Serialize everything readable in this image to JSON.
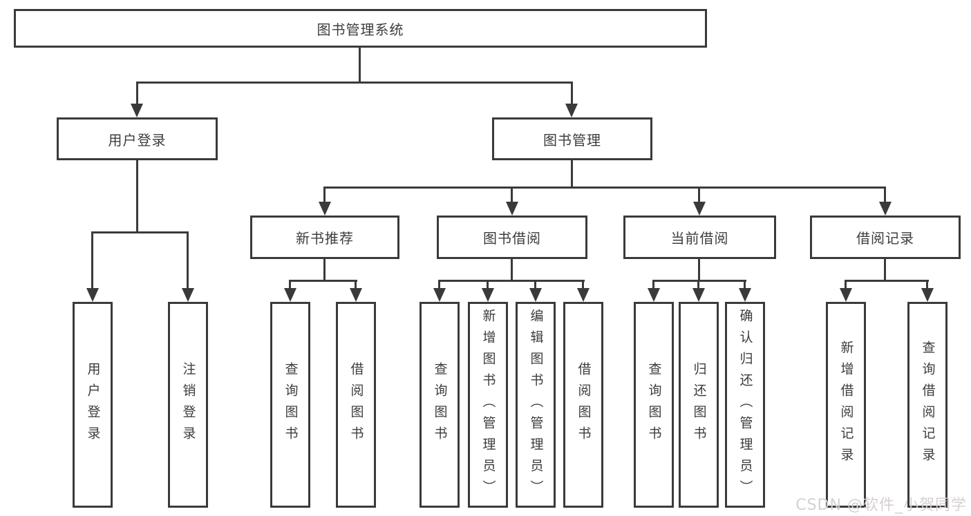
{
  "nodes": {
    "root": {
      "label": "图书管理系统"
    },
    "level2": [
      {
        "label": "用户登录"
      },
      {
        "label": "图书管理"
      }
    ],
    "level3": [
      {
        "label": "新书推荐"
      },
      {
        "label": "图书借阅"
      },
      {
        "label": "当前借阅"
      },
      {
        "label": "借阅记录"
      }
    ],
    "leaves_login": [
      {
        "label": "用户登录"
      },
      {
        "label": "注销登录"
      }
    ],
    "leaves_recommend": [
      {
        "label": "查询图书"
      },
      {
        "label": "借阅图书"
      }
    ],
    "leaves_borrow": [
      {
        "label": "查询图书"
      },
      {
        "label": "新增图书（管理员）"
      },
      {
        "label": "编辑图书（管理员）"
      },
      {
        "label": "借阅图书"
      }
    ],
    "leaves_current": [
      {
        "label": "查询图书"
      },
      {
        "label": "归还图书"
      },
      {
        "label": "确认归还（管理员）"
      }
    ],
    "leaves_records": [
      {
        "label": "新增借阅记录"
      },
      {
        "label": "查询借阅记录"
      }
    ]
  },
  "watermark": {
    "text": "CSDN @软件_小贺同学"
  },
  "colors": {
    "line": "#3a3a3a",
    "text": "#3c3c3c",
    "box_background": "#ffffff",
    "page_background": "#ffffff",
    "watermark": "#d6d0d0"
  }
}
